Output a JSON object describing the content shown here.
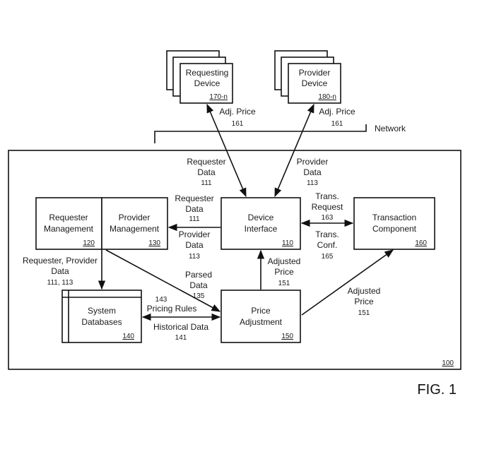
{
  "figure": {
    "label": "FIG. 1"
  },
  "network": {
    "label": "Network"
  },
  "system": {
    "ref": "100"
  },
  "requesting_device": {
    "line1": "Requesting",
    "line2": "Device",
    "ref": "170-n"
  },
  "provider_device": {
    "line1": "Provider",
    "line2": "Device",
    "ref": "180-n"
  },
  "device_interface": {
    "line1": "Device",
    "line2": "Interface",
    "ref": "110"
  },
  "requester_management": {
    "line1": "Requester",
    "line2": "Management",
    "ref": "120"
  },
  "provider_management": {
    "line1": "Provider",
    "line2": "Management",
    "ref": "130"
  },
  "transaction_component": {
    "line1": "Transaction",
    "line2": "Component",
    "ref": "160"
  },
  "system_databases": {
    "line1": "System",
    "line2": "Databases",
    "ref": "140"
  },
  "price_adjustment": {
    "line1": "Price",
    "line2": "Adjustment",
    "ref": "150"
  },
  "labels": {
    "adj_price_left": {
      "text": "Adj. Price",
      "num": "161"
    },
    "adj_price_right": {
      "text": "Adj. Price",
      "num": "161"
    },
    "requester_data_top": {
      "line1": "Requester",
      "line2": "Data",
      "num": "111"
    },
    "provider_data_top": {
      "line1": "Provider",
      "line2": "Data",
      "num": "113"
    },
    "requester_data_mid": {
      "line1": "Requester",
      "line2": "Data",
      "num": "111"
    },
    "provider_data_mid": {
      "line1": "Provider",
      "line2": "Data",
      "num": "113"
    },
    "trans_request": {
      "line1": "Trans.",
      "line2": "Request",
      "num": "163"
    },
    "trans_conf": {
      "line1": "Trans.",
      "line2": "Conf.",
      "num": "165"
    },
    "req_prov_data": {
      "line1": "Requester, Provider",
      "line2": "Data",
      "num": "111, 113"
    },
    "parsed_data": {
      "line1": "Parsed",
      "line2": "Data",
      "num": "135"
    },
    "adjusted_price_center": {
      "line1": "Adjusted",
      "line2": "Price",
      "num": "151"
    },
    "adjusted_price_right": {
      "line1": "Adjusted",
      "line2": "Price",
      "num": "151"
    },
    "pricing_rules": {
      "num": "143",
      "text": "Pricing Rules"
    },
    "historical_data": {
      "text": "Historical Data",
      "num": "141"
    }
  }
}
